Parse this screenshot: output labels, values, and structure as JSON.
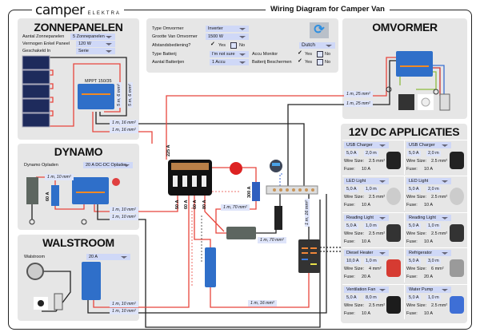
{
  "logo": {
    "brand": "camper",
    "sub": "ELEKTRA"
  },
  "title": "Wiring Diagram for Camper Van",
  "settings": {
    "type_omvormer_label": "Type Omvormer",
    "type_omvormer": "Inverter",
    "grootte_label": "Grootte Van Omvormer",
    "grootte": "1500 W",
    "afstand_label": "Afstandsbediening?",
    "afstand_yes": "Yes",
    "afstand_no": "No",
    "afstand_value": "Yes",
    "type_batterij_label": "Type Batterij",
    "type_batterij": "I'm not sure",
    "aantal_label": "Aantal Batterijen",
    "aantal": "1 Accu",
    "monitor_label": "Accu Monitor",
    "monitor_yes": "Yes",
    "monitor_no": "No",
    "monitor_value": "Yes",
    "beschermen_label": "Batterij Beschermen",
    "beschermen_yes": "Yes",
    "beschermen_no": "No",
    "beschermen_value": "Yes",
    "language": "Dutch",
    "refresh_icon": "refresh-icon"
  },
  "zonnepanelen": {
    "title": "ZONNEPANELEN",
    "aantal_label": "Aantal Zonnepanelen",
    "aantal": "5 Zonnepanelen",
    "vermogen_label": "Vermogen Enkel Paneel",
    "vermogen": "120 W",
    "geschakeld_label": "Geschakeld In",
    "geschakeld": "Serie",
    "mppt": "MPPT 150/35",
    "wire1": "5 m, 6 mm²",
    "wire2": "5 m, 6 mm²",
    "wire3": "1 m, 16 mm²",
    "wire4": "1 m, 16 mm²"
  },
  "dynamo": {
    "title": "DYNAMO",
    "opladen_label": "Dynamo Opladen",
    "opladen": "20 A DC-DC Oplader",
    "wire1": "1 m, 10 mm²",
    "fuse": "60 A",
    "wire2": "1 m, 10 mm²",
    "wire3": "1 m, 10 mm²"
  },
  "walstroom": {
    "title": "WALSTROOM",
    "label": "Walstroom",
    "value": "20 A",
    "wire1": "1 m, 10 mm²",
    "wire2": "1 m, 10 mm²"
  },
  "omvormer": {
    "title": "OMVORMER",
    "wire1": "1 m, 25 mm²",
    "wire2": "1 m, 25 mm²"
  },
  "center": {
    "fuse_main": "225 A",
    "fuses": [
      "50 A",
      "60 A",
      "60 A",
      "80 A"
    ],
    "fuse_battery": "300 A",
    "wire_bat1": "1 m, 70 mm²",
    "wire_bat2": "1 m, 70 mm²",
    "wire_bus": "1 m, 16 mm²",
    "wire_bottom": "1 m, 16 mm²"
  },
  "dc": {
    "title": "12V DC APPLICATIES",
    "wire_label": "Wire Size:",
    "fuse_label": "Fuse:",
    "appliances": [
      {
        "name": "USB Charger",
        "current": "5,0 A",
        "length": "2,0 m",
        "wire": "2.5 mm²",
        "fuse": "10 A",
        "icon": "usb-socket"
      },
      {
        "name": "USB Charger",
        "current": "5,0 A",
        "length": "2,0 m",
        "wire": "2.5 mm²",
        "fuse": "10 A",
        "icon": "usb-socket"
      },
      {
        "name": "LED Light",
        "current": "5,0 A",
        "length": "1,0 m",
        "wire": "2.5 mm²",
        "fuse": "10 A",
        "icon": "led-light"
      },
      {
        "name": "LED Light",
        "current": "5,0 A",
        "length": "2,0 m",
        "wire": "2.5 mm²",
        "fuse": "10 A",
        "icon": "led-light"
      },
      {
        "name": "Reading Light",
        "current": "5,0 A",
        "length": "1,0 m",
        "wire": "2.5 mm²",
        "fuse": "10 A",
        "icon": "reading-light"
      },
      {
        "name": "Reading Light",
        "current": "5,0 A",
        "length": "1,0 m",
        "wire": "2.5 mm²",
        "fuse": "10 A",
        "icon": "reading-light"
      },
      {
        "name": "Diesel Heater",
        "current": "10,0 A",
        "length": "1,0 m",
        "wire": "4 mm²",
        "fuse": "20 A",
        "icon": "diesel-heater"
      },
      {
        "name": "Refrigerator",
        "current": "5,0 A",
        "length": "3,0 m",
        "wire": "6 mm²",
        "fuse": "20 A",
        "icon": "refrigerator"
      },
      {
        "name": "Ventilation Fan",
        "current": "5,0 A",
        "length": "8,0 m",
        "wire": "2.5 mm²",
        "fuse": "10 A",
        "icon": "ventilation-fan"
      },
      {
        "name": "Water Pump",
        "current": "5,0 A",
        "length": "1,0 m",
        "wire": "2.5 mm²",
        "fuse": "10 A",
        "icon": "water-pump"
      }
    ]
  },
  "colors": {
    "positive": "#e8453c",
    "negative": "#222222",
    "dropdown": "#cfd8f7",
    "panel": "#e6e6e6",
    "victron_blue": "#2f6fc9"
  }
}
